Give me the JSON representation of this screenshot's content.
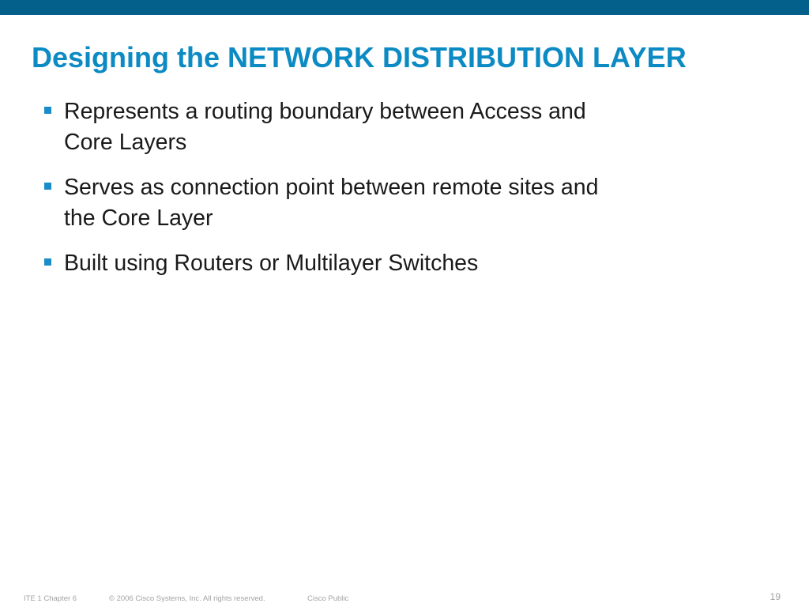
{
  "slide": {
    "title": "Designing the NETWORK DISTRIBUTION LAYER",
    "bullets": [
      {
        "line1": "Represents a routing boundary between Access and",
        "line2": "Core Layers"
      },
      {
        "line1": "Serves as connection point between remote sites and",
        "line2": "the Core Layer"
      },
      {
        "line1": "Built using Routers or Multilayer Switches",
        "line2": ""
      }
    ]
  },
  "footer": {
    "course": "ITE 1 Chapter 6",
    "copyright": "© 2006 Cisco Systems, Inc. All rights reserved.",
    "classification": "Cisco Public",
    "page_number": "19"
  },
  "colors": {
    "top_bar": "#03608a",
    "title": "#0b8ac3",
    "bullet_marker": "#1a8cc8",
    "body_text": "#1a1a1a",
    "footer_text": "#a3a3a3"
  }
}
